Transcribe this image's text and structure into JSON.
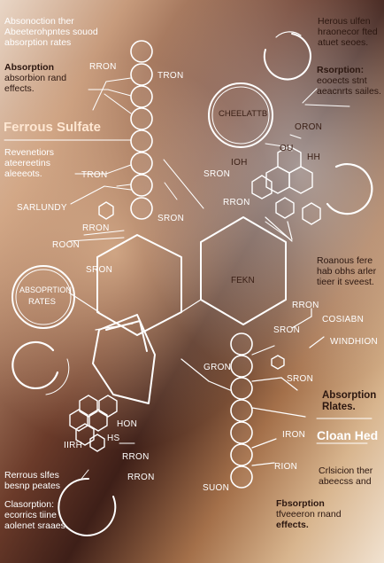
{
  "top_left": {
    "line1": "Absonoction ther",
    "line2": "Abeeterohpntes souod",
    "line3": "absorption rates"
  },
  "absorption_effects": {
    "line1": "Absorption",
    "line2": "absorbion rand",
    "line3": "effects."
  },
  "title": "Ferrous Sulfate",
  "revenetiors": {
    "line1": "Revenetiors",
    "line2": "ateereetins",
    "line3": "aleeeots."
  },
  "top_right": {
    "line1": "Herous ulfen",
    "line2": "hraonecor fted",
    "line3": "atuet seoes."
  },
  "rsorption": {
    "line1": "Rsorption:",
    "line2": "eooects stnt",
    "line3": "aeacnrts sailes."
  },
  "roanous": {
    "line1": "Roanous fere",
    "line2": "hab obhs arler",
    "line3": "tieer it sveest."
  },
  "absorption_rates": {
    "line1": "Absorption",
    "line2": "Rlates."
  },
  "cloan_hed": "Cloan Hed",
  "crlsicion": {
    "line1": "Crlsicion ther",
    "line2": "abeecss and"
  },
  "fbsorption": {
    "line1": "Fbsorption",
    "line2": "tfveeeron rnand",
    "line3": "effects."
  },
  "bottom_left": {
    "line1": "Rerrous slfes",
    "line2": "besnp peates",
    "line3": "Clasorption:",
    "line4": "ecorrics tiine",
    "line5": "aolenet sraaes."
  },
  "badges": {
    "chelatte": "CHEELATTB",
    "absorption": "ABSOPRTION",
    "rates": "RATES",
    "fekn": "FEKN"
  },
  "labels": {
    "rron_1": "RRON",
    "tron_1": "TRON",
    "oron": "ORON",
    "ou": "OU",
    "ioh": "IOH",
    "hh": "HH",
    "sron_1": "SRON",
    "tron_2": "TRON",
    "sarlundy": "SARLUNDY",
    "rron_2": "RRON",
    "sron_2": "SRON",
    "rron_3": "RRON",
    "roon": "ROON",
    "sron_3": "SRON",
    "rron_4": "RRON",
    "sron_4": "SRON",
    "cosiabn": "COSIABN",
    "windhion": "WINDHION",
    "gron": "GRON",
    "sron_5": "SRON",
    "hon": "HON",
    "irh": "IIRH",
    "hs": "HS",
    "rron_5": "RRON",
    "rron_6": "RRON",
    "iron": "IRON",
    "rion": "RION",
    "suon": "SUON"
  }
}
